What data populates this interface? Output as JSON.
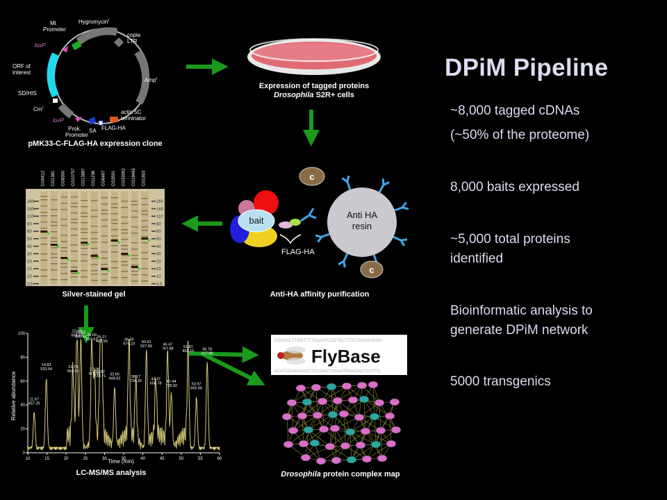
{
  "title": "DPiM Pipeline",
  "bullets": [
    "~8,000 tagged cDNAs",
    "(~50% of the proteome)",
    "8,000 baits expressed",
    "~5,000 total proteins",
    "identified",
    "Bioinformatic analysis to",
    "generate DPiM network",
    "5000 transgenics"
  ],
  "plasmid": {
    "caption": "pMK33-C-FLAG-HA expression clone",
    "labels": {
      "mt_promoter_1": "Mt",
      "mt_promoter_2": "Promoter",
      "hygromycin": "Hygromycin",
      "hygromycin_sup": "r",
      "copia_1": "copia",
      "copia_2": "LTR",
      "loxp_top": "loxP",
      "orf_1": "ORF of",
      "orf_2": "interest",
      "amp": "Amp",
      "amp_sup": "r",
      "sdhis": "SD/HIS",
      "cm": "Cm",
      "cm_sup": "r",
      "loxp_bottom": "loxP",
      "actin_1": "actin 5C",
      "actin_2": "terminator",
      "prok_1": "Prok.",
      "prok_2": "Promoter",
      "sa": "SA",
      "flag_ha": "FLAG-HA"
    }
  },
  "dish": {
    "caption_line1": "Expression of tagged proteins",
    "caption_line2_em": "Drosophila",
    "caption_line2_rest": " S2R+ cells"
  },
  "gel": {
    "caption": "Silver-stained gel",
    "lanes": [
      "CG5412",
      "CG1381",
      "CG8300",
      "CG10757",
      "CG13887",
      "CG1236",
      "CG6467",
      "CG3501",
      "CG33062",
      "CG18495",
      "CG1803"
    ],
    "markers_left": [
      "260",
      "160",
      "110",
      "80",
      "60",
      "50",
      "40",
      "30",
      "20",
      "15",
      "10",
      "3.5"
    ],
    "markers_right": [
      "260",
      "160",
      "110",
      "80",
      "60",
      "50",
      "40",
      "30",
      "20",
      "15",
      "10",
      "3.5"
    ]
  },
  "purification": {
    "caption": "Anti-HA affinity purification",
    "bait_label": "bait",
    "tag_label": "FLAG-HA",
    "resin_line1": "Anti HA",
    "resin_line2": "resin",
    "contaminant_label": "c"
  },
  "ms": {
    "caption": "LC-MS/MS analysis",
    "ylabel": "Relative abundance",
    "xlabel": "Time (min)",
    "y_ticks": [
      "0",
      "20",
      "40",
      "60",
      "80",
      "100"
    ],
    "x_ticks": [
      "10",
      "15",
      "20",
      "25",
      "30",
      "35",
      "40",
      "45",
      "50",
      "55",
      "60"
    ],
    "peak_labels": [
      {
        "t": "11.67",
        "m": "457.25"
      },
      {
        "t": "14.83",
        "m": "533.54"
      },
      {
        "t": "22.82",
        "m": "596.55"
      },
      {
        "t": "21.78",
        "m": "554.52"
      },
      {
        "t": "23.82",
        "m": "405.44"
      },
      {
        "t": "27.38",
        "m": "421.98"
      },
      {
        "t": "26.69",
        "m": "693.63"
      },
      {
        "t": "28.82",
        "m": "738.71"
      },
      {
        "t": "29.27",
        "m": "467.55"
      },
      {
        "t": "32.65",
        "m": "448.62"
      },
      {
        "t": "36.39",
        "m": "679.23"
      },
      {
        "t": "38.17",
        "m": "738.35"
      },
      {
        "t": "40.92",
        "m": "527.56"
      },
      {
        "t": "43.37",
        "m": "658.78"
      },
      {
        "t": "46.47",
        "m": "767.88"
      },
      {
        "t": "47.44",
        "m": "728.92"
      },
      {
        "t": "51.81",
        "m": "452.15"
      },
      {
        "t": "53.97",
        "m": "665.66"
      },
      {
        "t": "56.78",
        "m": "427.89"
      }
    ]
  },
  "flybase": {
    "label": "FlyBase",
    "seq_line1": "CGGAACTTGGTTTTCAAATCGGTACTTCCTGGATAGGA",
    "seq_line2": "GCATCCAAAAACCTCCGACTGGAATGGACACTCCTTG"
  },
  "network": {
    "caption_em": "Drosophila",
    "caption_rest": " protein complex map"
  },
  "colors": {
    "arrow": "#1b9a1b",
    "title": "#dcdcf2",
    "dish_medium": "#e06a74",
    "resin": "#c9c9cf",
    "node_pink": "#d96fc8",
    "node_teal": "#2aa8a0"
  }
}
